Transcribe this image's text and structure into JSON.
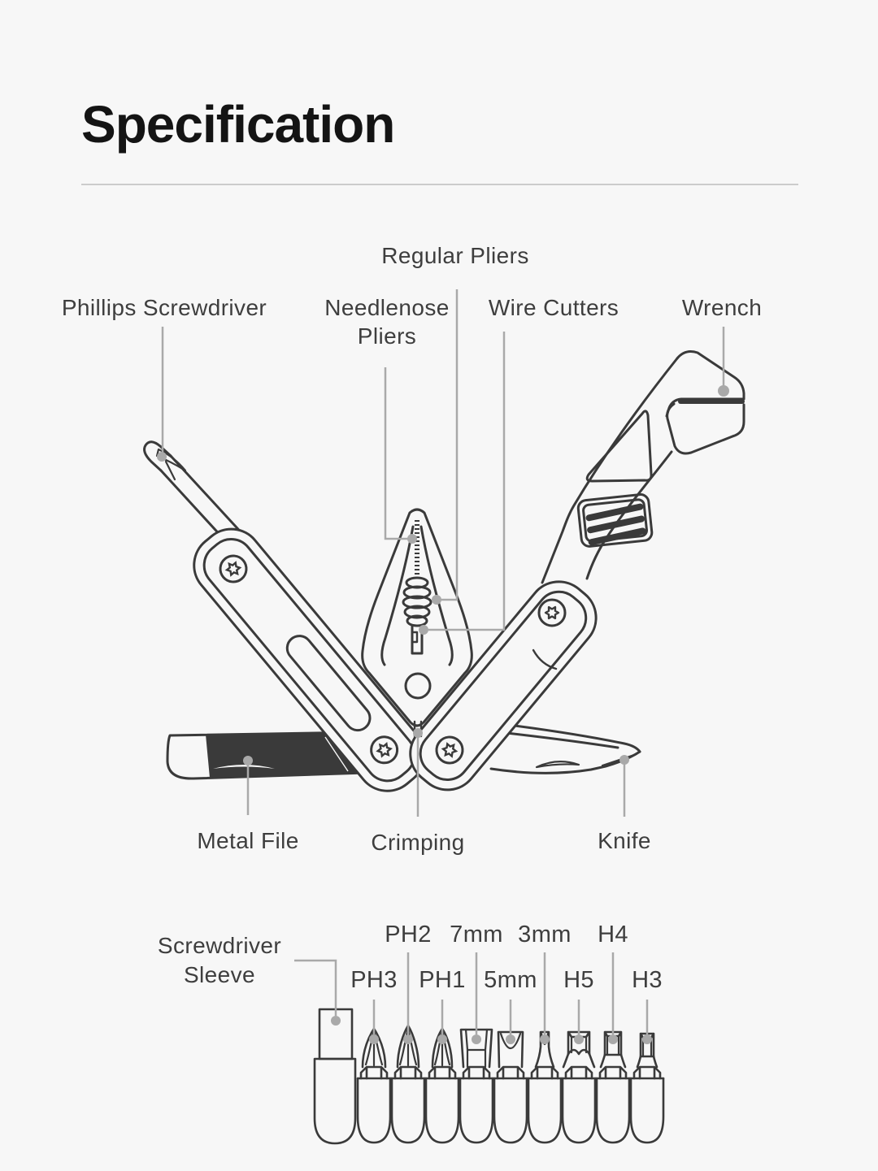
{
  "header": {
    "title": "Specification"
  },
  "colors": {
    "background": "#f7f7f7",
    "line_art": "#3a3a3a",
    "leader": "#a9a9a9",
    "label_text": "#3e3e3e",
    "title_text": "#141414",
    "divider": "#cccccc"
  },
  "diagram": {
    "labels": {
      "regular_pliers": "Regular Pliers",
      "phillips_screwdriver": "Phillips Screwdriver",
      "needlenose_pliers": "Needlenose\nPliers",
      "wire_cutters": "Wire Cutters",
      "wrench": "Wrench",
      "metal_file": "Metal File",
      "crimping": "Crimping",
      "knife": "Knife"
    }
  },
  "bits": {
    "sleeve_label": "Screwdriver\nSleeve",
    "row1": [
      "PH2",
      "7mm",
      "3mm",
      "H4"
    ],
    "row2": [
      "PH3",
      "PH1",
      "5mm",
      "H5",
      "H3"
    ]
  }
}
